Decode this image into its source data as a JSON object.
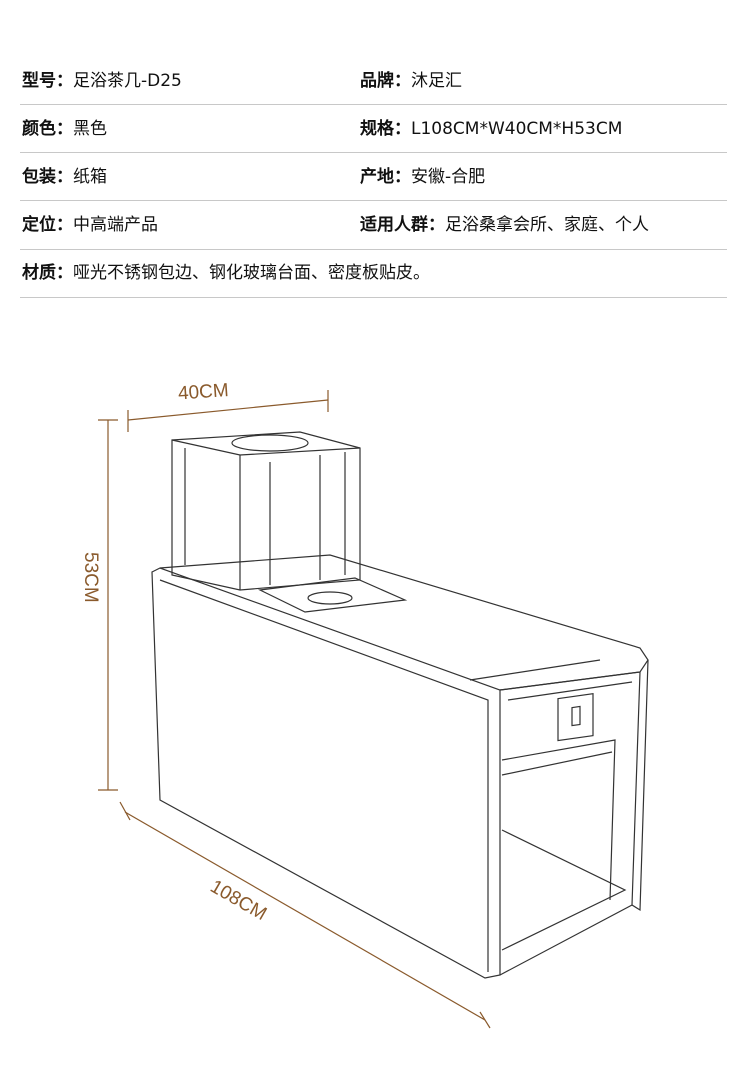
{
  "specs": [
    {
      "label": "型号：",
      "value": "足浴茶几-D25"
    },
    {
      "label": "品牌：",
      "value": "沐足汇"
    },
    {
      "label": "颜色：",
      "value": "黑色"
    },
    {
      "label": "规格：",
      "value": "L108CM*W40CM*H53CM"
    },
    {
      "label": "包装：",
      "value": "纸箱"
    },
    {
      "label": "产地：",
      "value": "安徽-合肥"
    },
    {
      "label": "定位：",
      "value": "中高端产品"
    },
    {
      "label": "适用人群：",
      "value": "足浴桑拿会所、家庭、个人"
    },
    {
      "label": "材质：",
      "value": "哑光不锈钢包边、钢化玻璃台面、密度板贴皮。"
    }
  ],
  "diagram": {
    "width_label": "40CM",
    "height_label": "53CM",
    "length_label": "108CM",
    "dimension_color": "#8a5a2c"
  }
}
